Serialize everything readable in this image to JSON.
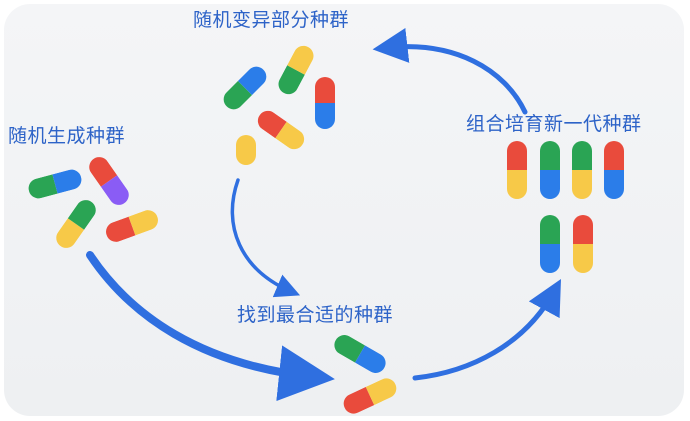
{
  "labels": {
    "mutate": "随机变异部分种群",
    "random": "随机生成种群",
    "combine": "组合培育新一代种群",
    "best": "找到最合适的种群"
  },
  "colors": {
    "arrow": "#2f6fe0",
    "label": "#2d63c8",
    "red": "#e94b3c",
    "green": "#2aa454",
    "blue": "#2b7de9",
    "yellow": "#f7c948",
    "purple": "#8a5cf5"
  }
}
